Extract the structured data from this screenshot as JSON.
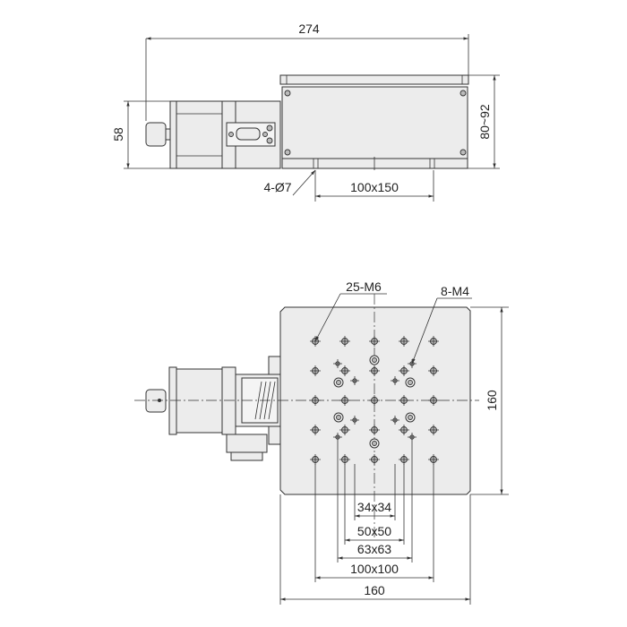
{
  "side_view": {
    "overall_length": "274",
    "motor_height": "58",
    "stage_height": "80~92",
    "mount_holes": "4-Ø7",
    "mount_pattern": "100x150"
  },
  "plan_view": {
    "m6_holes": "25-M6",
    "m4_holes": "8-M4",
    "table_height": "160",
    "table_width": "160",
    "patterns": [
      "34x34",
      "50x50",
      "63x63",
      "100x100"
    ]
  }
}
